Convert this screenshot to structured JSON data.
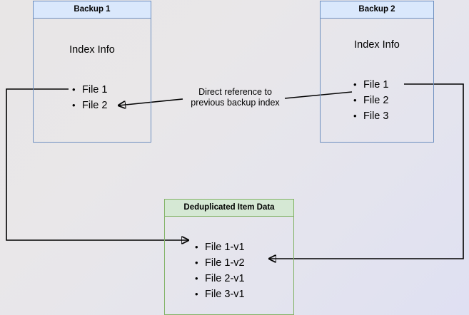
{
  "diagram": {
    "title": "Backup index deduplication reference diagram",
    "background_colors": {
      "gradient_start": "#e8e6e6",
      "gradient_end": "#dfe0f2"
    },
    "palette": {
      "blue_border": "#6c8ebf",
      "blue_fill": "#dae8fc",
      "green_border": "#82b366",
      "green_fill": "#d5e8d4",
      "connector": "#000000"
    }
  },
  "nodes": {
    "backup1": {
      "header": "Backup 1",
      "index_title": "Index Info",
      "items": [
        "File 1",
        "File 2"
      ]
    },
    "backup2": {
      "header": "Backup 2",
      "index_title": "Index Info",
      "items": [
        "File 1",
        "File 2",
        "File 3"
      ]
    },
    "dedup": {
      "header": "Deduplicated Item Data",
      "items": [
        "File 1-v1",
        "File 1-v2",
        "File 2-v1",
        "File 3-v1"
      ]
    }
  },
  "edges": {
    "direct_reference_label_line1": "Direct reference to",
    "direct_reference_label_line2": "previous backup index"
  }
}
